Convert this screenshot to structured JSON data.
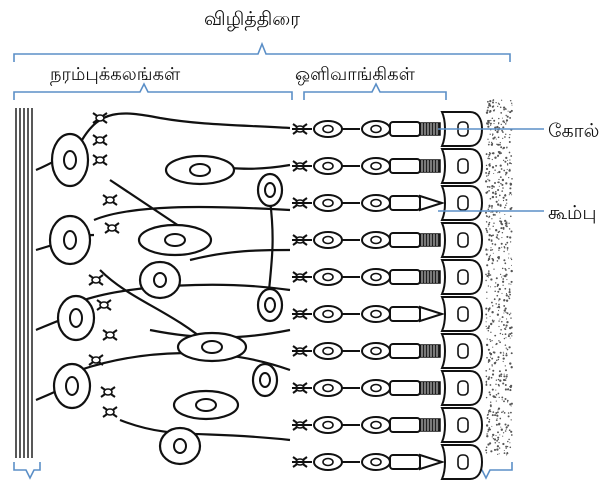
{
  "labels": {
    "retina": "விழித்திரை",
    "neuron_layer": "நரம்புக்கலங்கள்",
    "photoreceptors": "ஒளிவாங்கிகள்",
    "rod": "கோல்",
    "cone": "கூம்பு"
  },
  "colors": {
    "ink": "#111111",
    "bracket": "#5b8fc7",
    "pigment_dots": "#555555"
  }
}
